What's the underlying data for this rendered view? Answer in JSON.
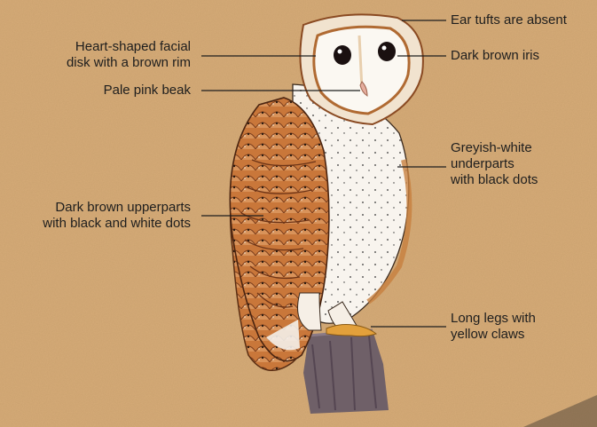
{
  "labels": {
    "ear_tufts": "Ear tufts are absent",
    "facial_disk": [
      "Heart-shaped facial",
      "disk with a brown rim"
    ],
    "iris": "Dark brown iris",
    "beak": "Pale pink beak",
    "underparts": [
      "Greyish-white",
      "underparts",
      "with black dots"
    ],
    "upperparts": [
      "Dark brown upperparts",
      "with black and white dots"
    ],
    "legs": [
      "Long legs with",
      "yellow claws"
    ]
  },
  "colors": {
    "background": "#d6ab78",
    "plumage_orange": "#c97a3c",
    "plumage_dark": "#8a4a22",
    "face_white": "#fbf7f0",
    "beak_pink": "#e9b3a3",
    "claw_yellow": "#e0a23a",
    "stump": "#6e5e68"
  }
}
